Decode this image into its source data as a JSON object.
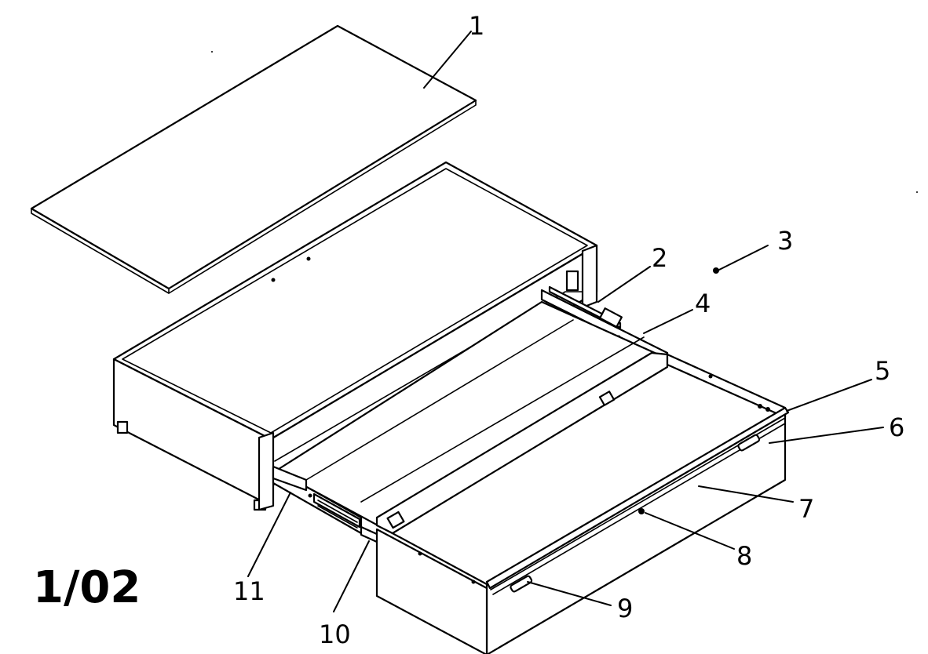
{
  "page_code": "1/02",
  "callouts": {
    "c1": "1",
    "c2": "2",
    "c3": "3",
    "c4": "4",
    "c5": "5",
    "c6": "6",
    "c7": "7",
    "c8": "8",
    "c9": "9",
    "c10": "10",
    "c11": "11"
  },
  "colors": {
    "ink": "#000000",
    "paper": "#ffffff"
  }
}
